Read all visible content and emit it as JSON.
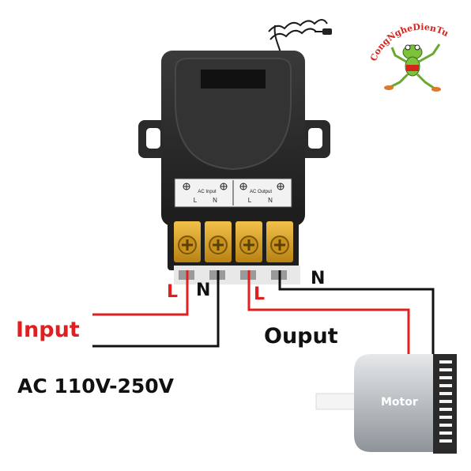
{
  "labels": {
    "input": "Input",
    "output": "Ouput",
    "voltage": "AC 110V-250V",
    "input_live": "L",
    "input_neutral": "N",
    "output_live": "L",
    "output_neutral": "N",
    "motor": "Motor"
  },
  "terminal_block": {
    "input_group": "AC Input",
    "output_group": "AC Output",
    "pins": [
      "L",
      "N",
      "L",
      "N"
    ]
  },
  "logo": {
    "text": "CongNgheDienTu"
  },
  "colors": {
    "live_wire": "#e02020",
    "neutral_wire": "#111111",
    "input_text": "#e02020",
    "relay_body": "#2b2b2b",
    "terminal": "#d9a21c",
    "motor_body": "#c9cdd0"
  }
}
